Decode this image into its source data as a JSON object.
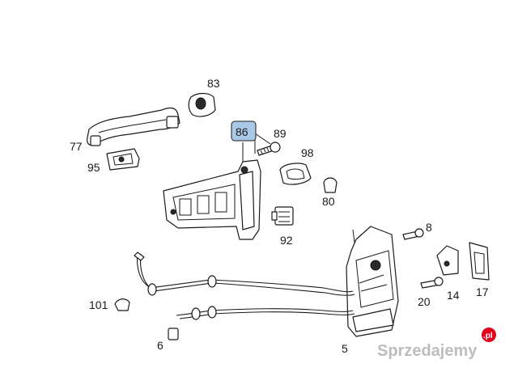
{
  "callouts": {
    "c83": "83",
    "c86": "86",
    "c89": "89",
    "c77": "77",
    "c95": "95",
    "c98": "98",
    "c80": "80",
    "c92": "92",
    "c8": "8",
    "c101": "101",
    "c20": "20",
    "c14": "14",
    "c17": "17",
    "c6": "6",
    "c5": "5"
  },
  "highlight_color": "#a9c9e6",
  "watermark": {
    "badge": ".pl",
    "text": "Sprzedajemy",
    "badge_color": "#e2001a"
  }
}
